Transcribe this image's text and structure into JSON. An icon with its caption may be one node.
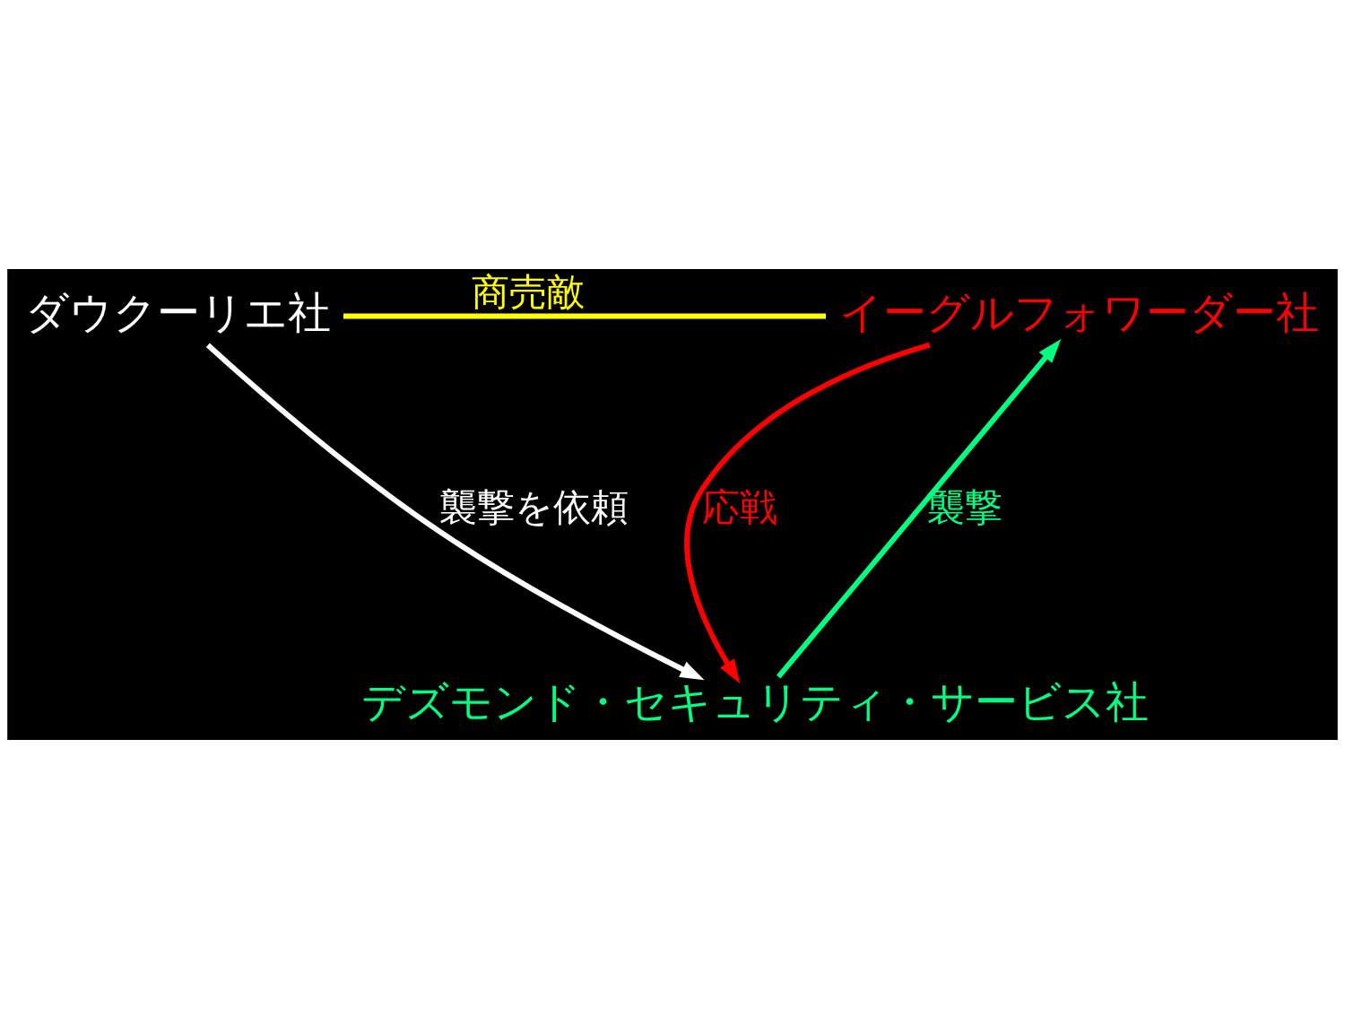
{
  "diagram": {
    "nodes": [
      {
        "text": [
          "ダウクーリエ社"
        ]
      },
      {
        "text": [
          "イーグルフォワーダー社"
        ]
      },
      {
        "text": [
          "デズモンド・セキュリティ・サービス社"
        ]
      }
    ],
    "edges": [
      {
        "from": 0,
        "to": 1,
        "arrow": "none",
        "label": "商売敵",
        "color": "#ffff00"
      },
      {
        "from": 0,
        "to": 2,
        "arrow": "to",
        "label": "襲撃を依頼",
        "color": "#ffffff"
      },
      {
        "from": 1,
        "to": 2,
        "arrow": "to",
        "label": "応戦",
        "color": "#ff0000"
      },
      {
        "from": 2,
        "to": 1,
        "arrow": "to",
        "label": "襲撃",
        "color": "#00ff80"
      }
    ]
  }
}
